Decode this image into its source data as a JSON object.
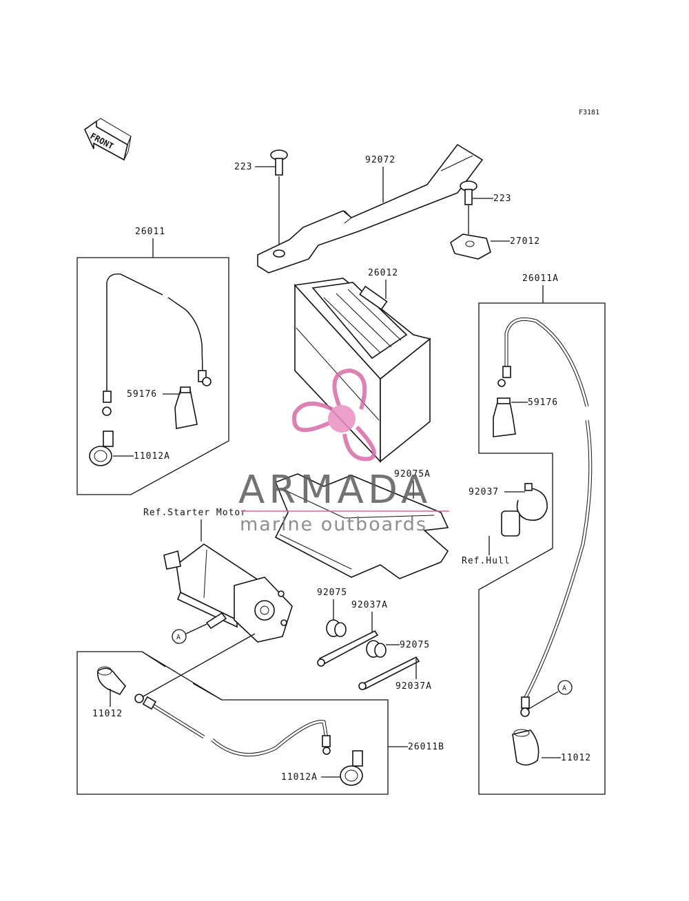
{
  "figure_code": "F3181",
  "front_label": "FRONT",
  "watermark": {
    "brand": "ARMADA",
    "tagline": "marine outboards",
    "logo_color": "#d86aa8"
  },
  "callouts": {
    "p223_top": "223",
    "p92072": "92072",
    "p223_right": "223",
    "p27012": "27012",
    "p26011": "26011",
    "p26012": "26012",
    "p26011A": "26011A",
    "p59176_left": "59176",
    "p59176_right": "59176",
    "p11012A_left": "11012A",
    "p92075A": "92075A",
    "p92037": "92037",
    "ref_hull": "Ref.Hull",
    "ref_starter": "Ref.Starter Motor",
    "p92075_a": "92075",
    "p92037A_a": "92037A",
    "p92075_b": "92075",
    "p92037A_b": "92037A",
    "p11012_left": "11012",
    "p26011B": "26011B",
    "p11012A_bottom": "11012A",
    "p11012_right": "11012",
    "marker_a_left": "A",
    "marker_a_right": "A"
  }
}
